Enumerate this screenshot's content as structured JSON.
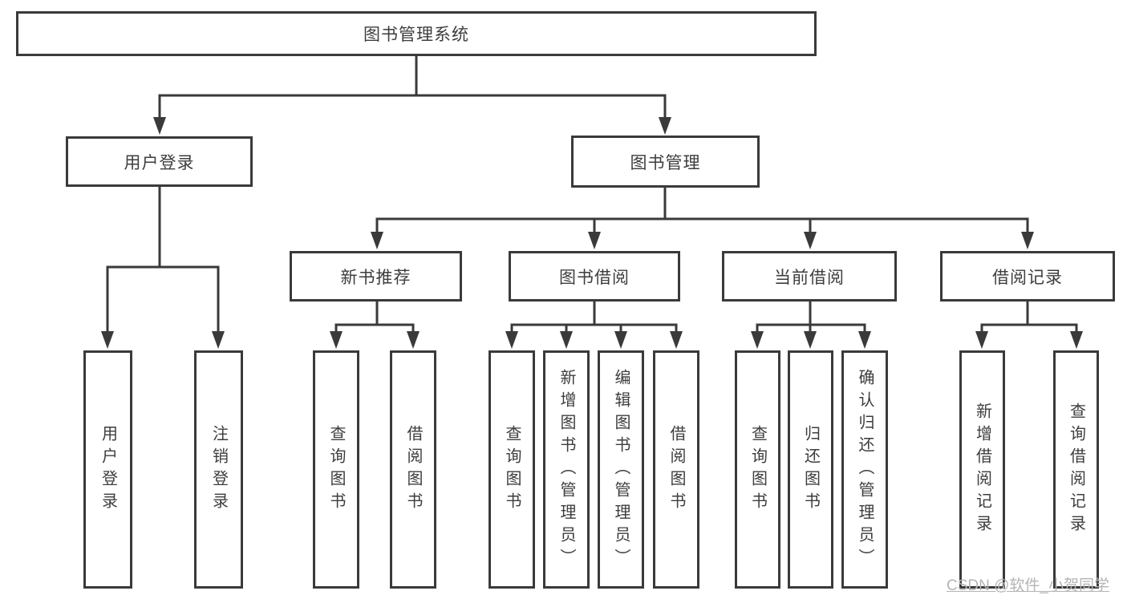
{
  "root": {
    "label": "图书管理系统"
  },
  "branches": {
    "user_login": {
      "label": "用户登录",
      "children": [
        {
          "label": "用户登录"
        },
        {
          "label": "注销登录"
        }
      ]
    },
    "book_mgmt": {
      "label": "图书管理"
    }
  },
  "modules": [
    {
      "label": "新书推荐",
      "children": [
        {
          "label": "查询图书"
        },
        {
          "label": "借阅图书"
        }
      ]
    },
    {
      "label": "图书借阅",
      "children": [
        {
          "label": "查询图书"
        },
        {
          "label": "新增图书（管理员）"
        },
        {
          "label": "编辑图书（管理员）"
        },
        {
          "label": "借阅图书"
        }
      ]
    },
    {
      "label": "当前借阅",
      "children": [
        {
          "label": "查询图书"
        },
        {
          "label": "归还图书"
        },
        {
          "label": "确认归还（管理员）"
        }
      ]
    },
    {
      "label": "借阅记录",
      "children": [
        {
          "label": "新增借阅记录"
        },
        {
          "label": "查询借阅记录"
        }
      ]
    }
  ],
  "watermark": {
    "text": "CSDN @软件_小贺同学"
  },
  "colors": {
    "line": "#3a3a3a",
    "text": "#3d3d3d",
    "watermark": "#b4b4b4",
    "background": "#ffffff"
  }
}
